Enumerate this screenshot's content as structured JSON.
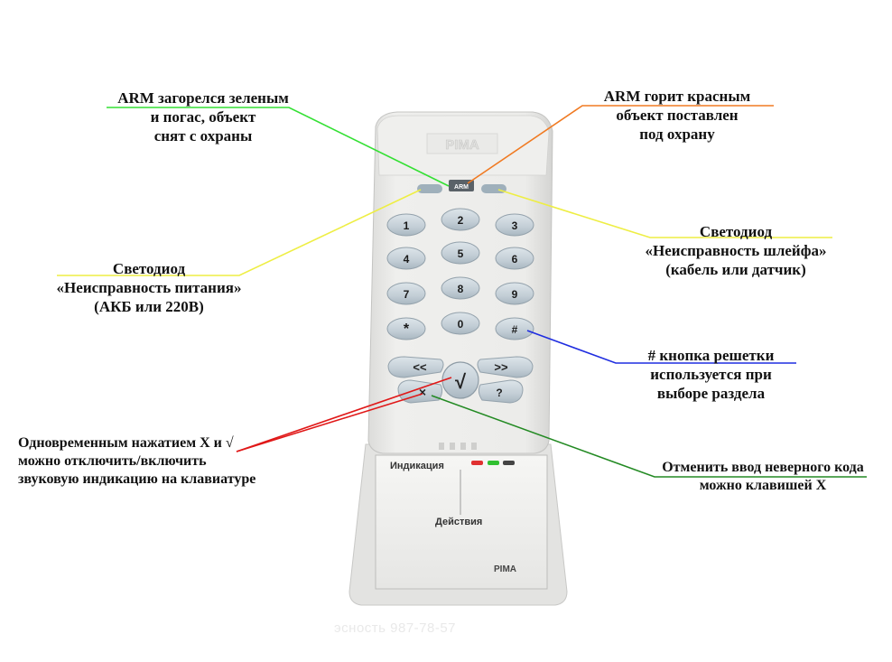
{
  "device": {
    "brand": "PIMA",
    "arm_led_label": "ARM",
    "keys": [
      "1",
      "2",
      "3",
      "4",
      "5",
      "6",
      "7",
      "8",
      "9",
      "*",
      "0",
      "#"
    ],
    "nav_keys": {
      "back": "<<",
      "forward": ">>",
      "enter": "√",
      "cancel": "×",
      "help": "?"
    },
    "card": {
      "title_indication": "Индикация",
      "title_actions": "Действия",
      "brand": "PIMA"
    }
  },
  "labels": {
    "arm_green": "ARM загорелся зеленым\nи погас, объект\nснят с охраны",
    "arm_red": "ARM горит красным\nобъект поставлен\nпод охрану",
    "power_led": "Светодиод\n«Неисправность питания»\n(АКБ или 220В)",
    "loop_led": "Светодиод\n«Неисправность шлейфа»\n(кабель или датчик)",
    "hash_key": "# кнопка решетки\nиспользуется при\nвыборе раздела",
    "mute": "Одновременным нажатием X и  √\nможно отключить/включить\nзвуковую индикацию на клавиатуре",
    "cancel_code": "Отменить ввод неверного кода\nможно клавишей X"
  },
  "watermark": "эсность 987-78-57",
  "colors": {
    "green_line": "#33e033",
    "orange_line": "#f07a22",
    "yellow_line": "#eeee44",
    "blue_line": "#1f2de0",
    "red_line": "#e01818",
    "dark_green_line": "#238a23",
    "body": "#ececea",
    "button": "#c7d1d8",
    "button_dark": "#9fadb7"
  }
}
